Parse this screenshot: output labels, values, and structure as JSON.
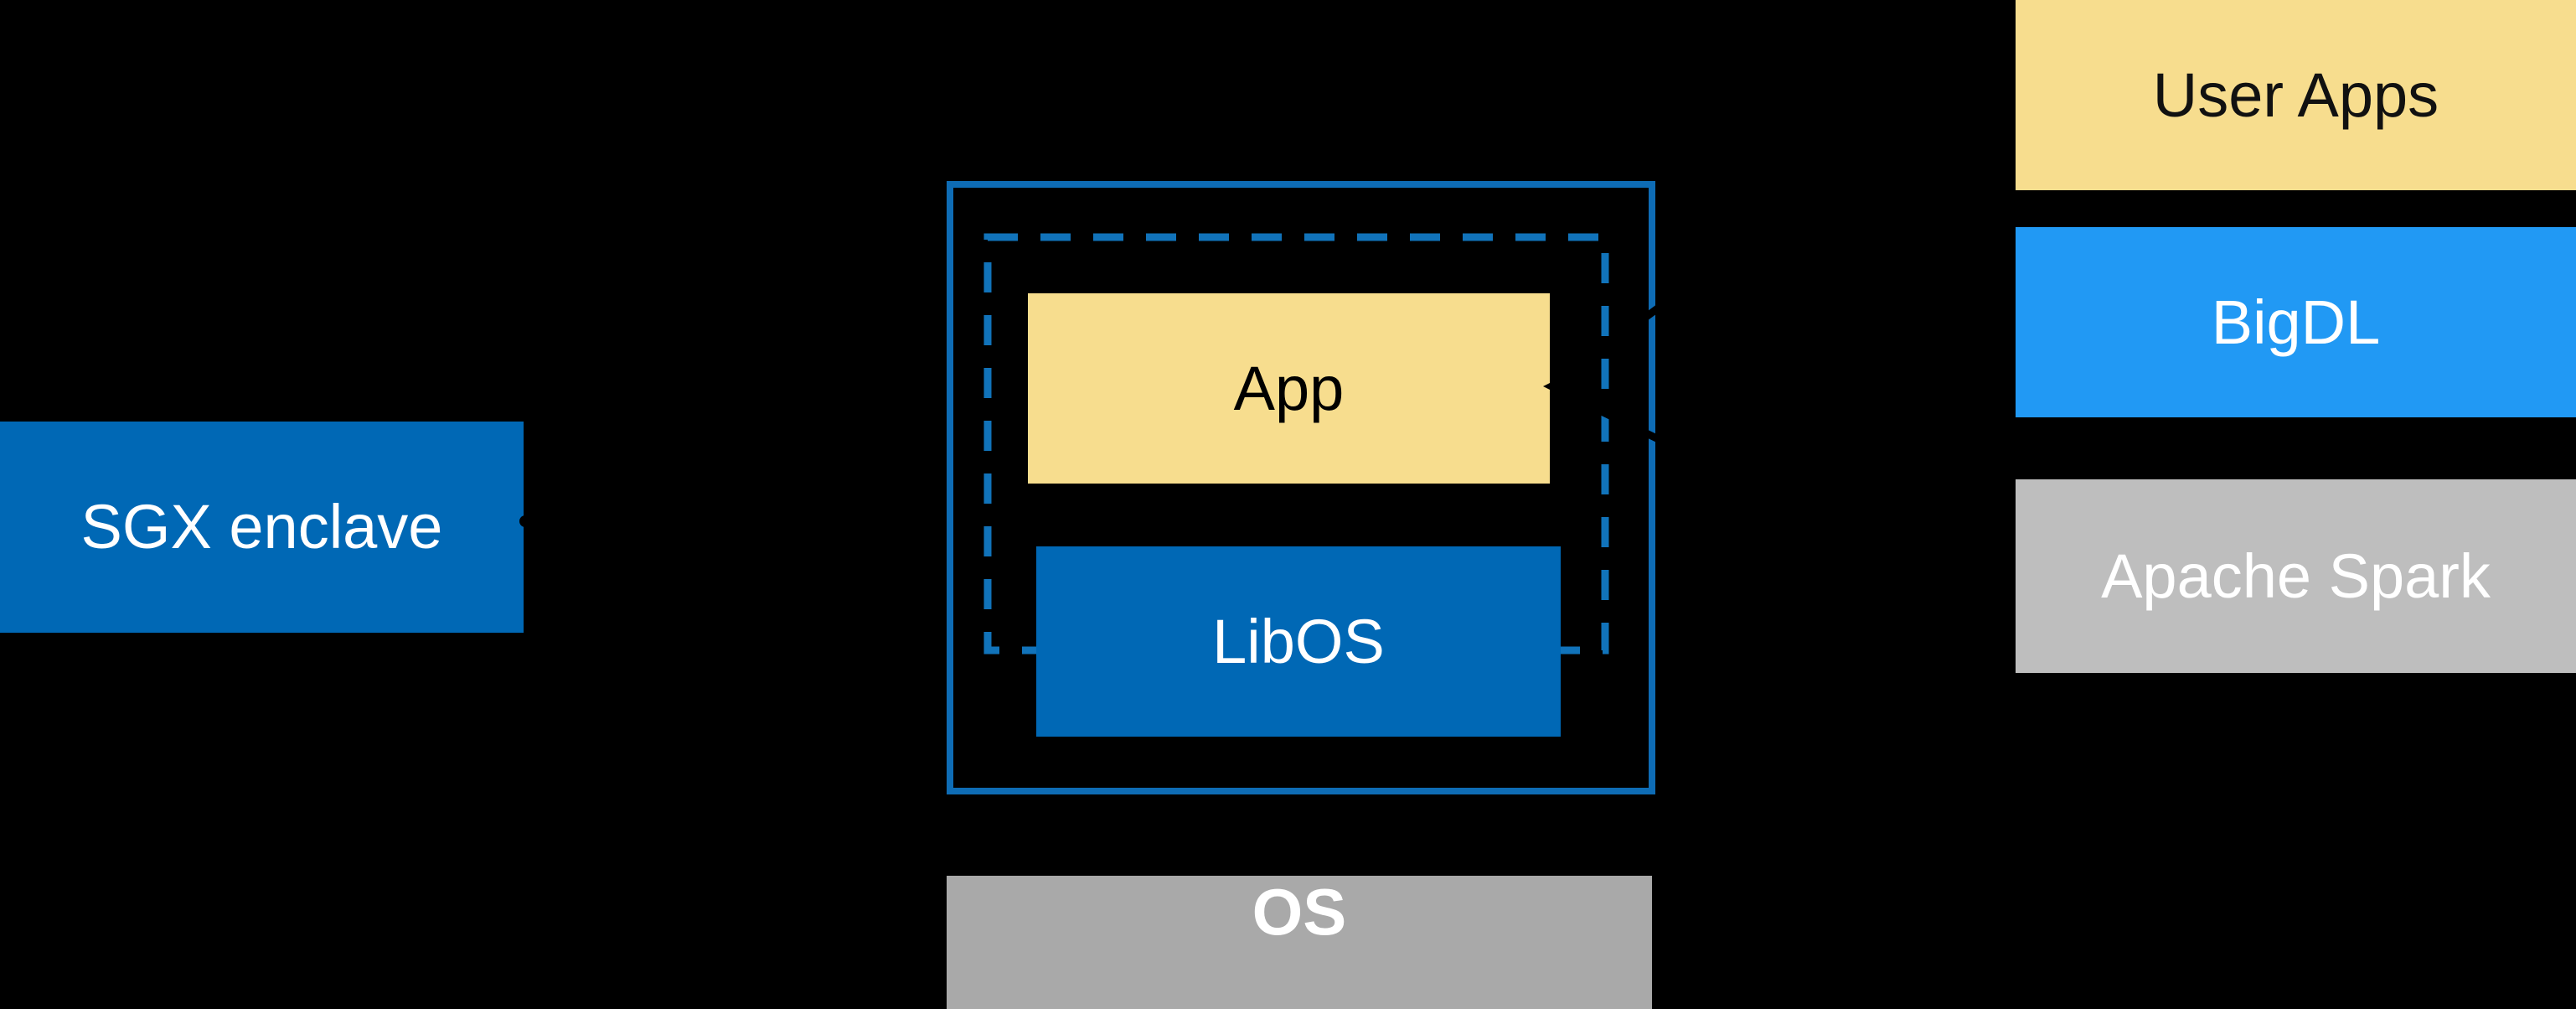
{
  "canvas": {
    "background": "#000000"
  },
  "sgx": {
    "label": "SGX enclave",
    "fill": "#0068B5",
    "text_color": "#FFFFFF"
  },
  "enclave": {
    "outer_border_color": "#0E6CB5",
    "dashed_border_color": "#1173BA",
    "app": {
      "label": "App",
      "fill": "#F7DD8E",
      "text_color": "#000000"
    },
    "libos": {
      "label": "LibOS",
      "fill": "#0068B5",
      "text_color": "#FFFFFF"
    }
  },
  "os": {
    "label": "OS",
    "fill": "#A9A9A9",
    "text_color": "#FFFFFF"
  },
  "stack": {
    "items": [
      {
        "id": "user-apps",
        "label": "User Apps",
        "fill": "#F7DD8E",
        "text_color": "#111111"
      },
      {
        "id": "bigdl",
        "label": "BigDL",
        "fill": "#2199F4",
        "text_color": "#FFFFFF"
      },
      {
        "id": "apache-spark",
        "label": "Apache Spark",
        "fill": "#BEBEBE",
        "text_color": "#FFFFFF"
      }
    ]
  },
  "connectors": {
    "color": "#000000",
    "sgx_pointer_dot": "dot at right edge of SGX enclave box",
    "user_apps_to_app": "line from right stack toward App box",
    "apache_spark_to_app": "line from right stack toward App box",
    "app_arrowhead": "arrowhead pointing into right edge of App box"
  }
}
